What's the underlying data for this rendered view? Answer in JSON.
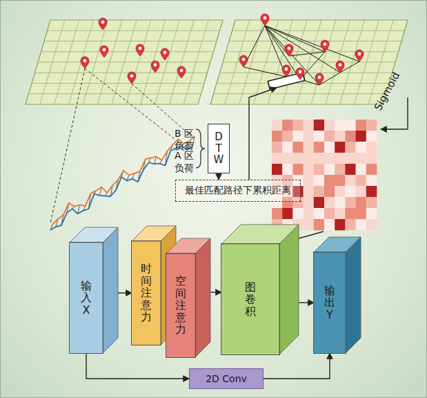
{
  "diagram": {
    "nodes": [
      {
        "text": [
          "DTW"
        ]
      },
      {
        "text": [
          "最佳匹配路径下累积距离"
        ]
      },
      {
        "text": [
          "输入X"
        ]
      },
      {
        "text": [
          "时间注意力"
        ]
      },
      {
        "text": [
          "空间注意力"
        ]
      },
      {
        "text": [
          "图卷积"
        ]
      },
      {
        "text": [
          "输出Y"
        ]
      },
      {
        "text": [
          "2D Conv"
        ]
      }
    ],
    "edges": [
      {
        "from": 0,
        "to": 1,
        "arrow": "to"
      },
      {
        "from": 2,
        "to": 3,
        "arrow": "to"
      },
      {
        "from": 4,
        "to": 5,
        "arrow": "to"
      },
      {
        "from": 5,
        "to": 6,
        "arrow": "to"
      },
      {
        "from": 2,
        "to": 7,
        "arrow": "to"
      },
      {
        "from": 7,
        "to": 6,
        "arrow": "to"
      }
    ],
    "labels": [
      "B 区 负荷",
      "A 区 负荷",
      "Sigmoid"
    ]
  }
}
